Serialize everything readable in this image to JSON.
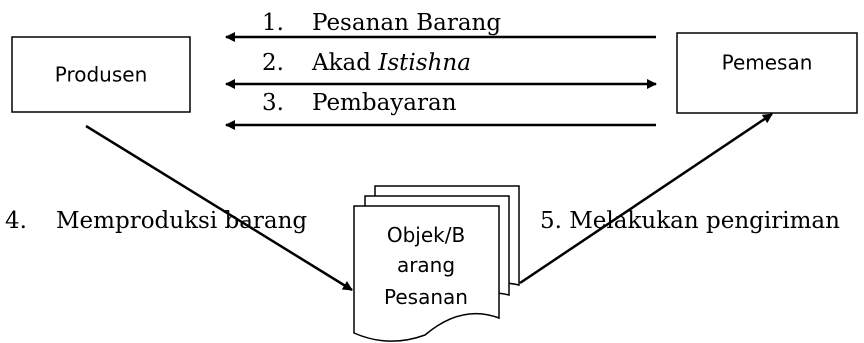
{
  "nodes": {
    "left_box": "Produsen",
    "right_box": "Pemesan",
    "document_lines": [
      "Objek/B",
      "arang",
      "Pesanan"
    ]
  },
  "steps": {
    "s1": {
      "num": "1.",
      "label": "Pesanan Barang"
    },
    "s2": {
      "num": "2.",
      "label_prefix": "Akad ",
      "label_italic": "Istishna"
    },
    "s3": {
      "num": "3.",
      "label": "Pembayaran"
    },
    "s4": {
      "num": "4.",
      "label": "Memproduksi barang"
    },
    "s5": {
      "label": "5. Melakukan pengiriman"
    }
  }
}
